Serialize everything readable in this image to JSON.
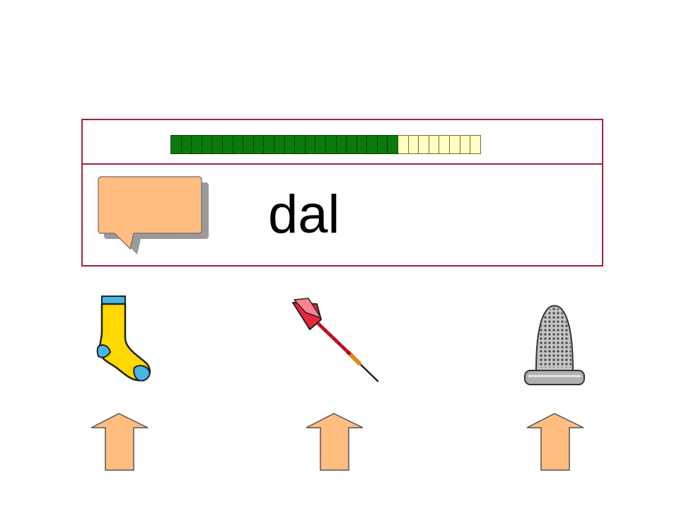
{
  "word": "dal",
  "progress": {
    "completed": 22,
    "total": 30
  },
  "colors": {
    "panel_border": "#a0243a",
    "progress_done": "#0a7a0a",
    "progress_todo": "#ffffc4",
    "speech_bubble": "#ffbd80",
    "arrow": "#ffbd80"
  },
  "choices": [
    {
      "picture": "sock-icon"
    },
    {
      "picture": "dart-icon"
    },
    {
      "picture": "thimble-icon"
    }
  ]
}
